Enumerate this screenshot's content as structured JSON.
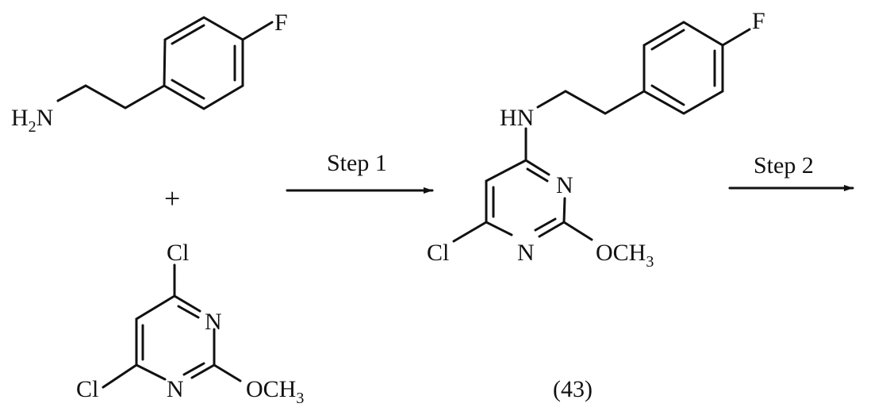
{
  "scheme": {
    "reactant_amine": {
      "amine_label": "H",
      "amine_sub": "2",
      "amine_n": "N",
      "fluoro_label": "F"
    },
    "plus_sign": "+",
    "reactant_pyrimidine": {
      "cl_top": "Cl",
      "cl_bottom": "Cl",
      "n_ring_top": "N",
      "n_ring_bottom": "N",
      "methoxy": "OCH",
      "methoxy_sub": "3"
    },
    "step1": {
      "label": "Step 1"
    },
    "product": {
      "hn_label": "HN",
      "fluoro_label": "F",
      "n_ring_top": "N",
      "n_ring_bottom": "N",
      "cl_label": "Cl",
      "methoxy": "OCH",
      "methoxy_sub": "3",
      "compound_number": "(43)"
    },
    "step2": {
      "label": "Step 2"
    }
  }
}
